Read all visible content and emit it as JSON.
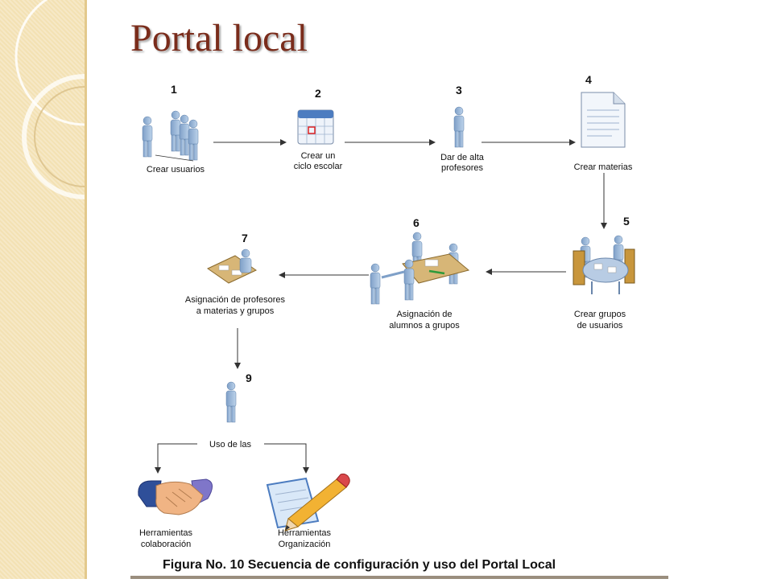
{
  "slide": {
    "title": "Portal local",
    "caption": "Figura No. 10 Secuencia de configuración y uso del Portal Local"
  },
  "steps": {
    "s1": {
      "number": "1",
      "label": "Crear usuarios"
    },
    "s2": {
      "number": "2",
      "line1": "Crear un",
      "line2": "ciclo escolar"
    },
    "s3": {
      "number": "3",
      "line1": "Dar de alta",
      "line2": "profesores"
    },
    "s4": {
      "number": "4",
      "label": "Crear materias"
    },
    "s5": {
      "number": "5",
      "line1": "Crear grupos",
      "line2": "de usuarios"
    },
    "s6": {
      "number": "6",
      "line1": "Asignación de",
      "line2": "alumnos a grupos"
    },
    "s7": {
      "number": "7",
      "line1": "Asignación de profesores",
      "line2": "a materias y grupos"
    },
    "s9": {
      "number": "9",
      "label": "Uso de las"
    },
    "tool_a": {
      "line1": "Herramientas",
      "line2": "colaboración"
    },
    "tool_b": {
      "line1": "Herramientas",
      "line2": "Organización"
    }
  },
  "icons": [
    "people-group-icon",
    "calendar-icon",
    "person-icon",
    "document-icon",
    "meeting-table-icon",
    "people-at-table-icon",
    "person-at-desk-icon",
    "handshake-icon",
    "edit-document-icon"
  ]
}
